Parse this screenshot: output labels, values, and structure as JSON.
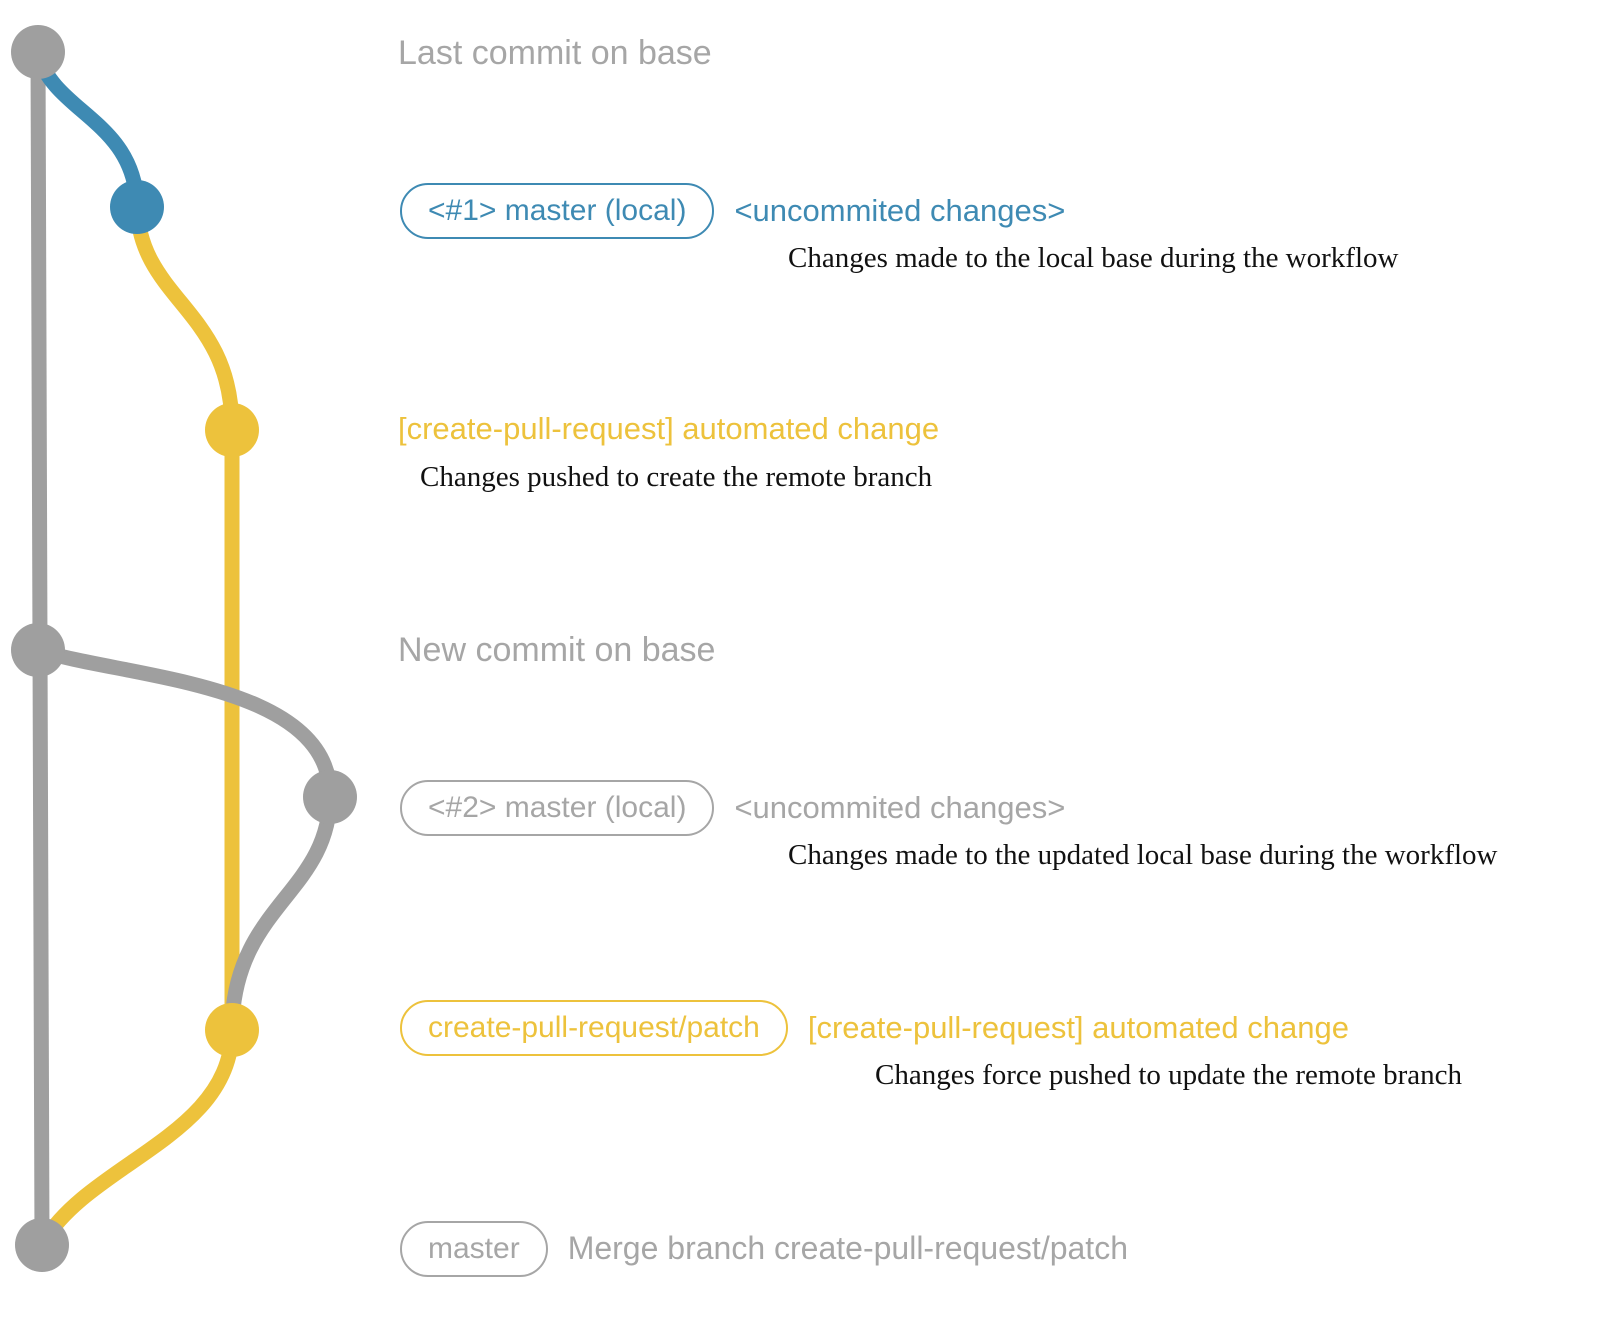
{
  "colors": {
    "gray": "#9f9f9f",
    "gray-text": "#a6a6a6",
    "blue": "#3e8ab3",
    "yellow": "#edc23c",
    "ink": "#111111"
  },
  "annotations": {
    "last_commit_label": "Last commit on base",
    "new_commit_label": "New commit on base"
  },
  "rows": {
    "r1": {
      "badge": "<#1> master (local)",
      "title": "<uncommited changes>",
      "desc": "Changes made to the local base during the workflow"
    },
    "r2": {
      "title": "[create-pull-request] automated change",
      "desc": "Changes pushed to create the remote branch"
    },
    "r3": {
      "badge": "<#2> master (local)",
      "title": "<uncommited changes>",
      "desc": "Changes made to the updated local base during the workflow"
    },
    "r4": {
      "badge": "create-pull-request/patch",
      "title": "[create-pull-request] automated change",
      "desc": "Changes force pushed to update the remote branch"
    },
    "r5": {
      "badge": "master",
      "title": "Merge branch create-pull-request/patch"
    }
  }
}
